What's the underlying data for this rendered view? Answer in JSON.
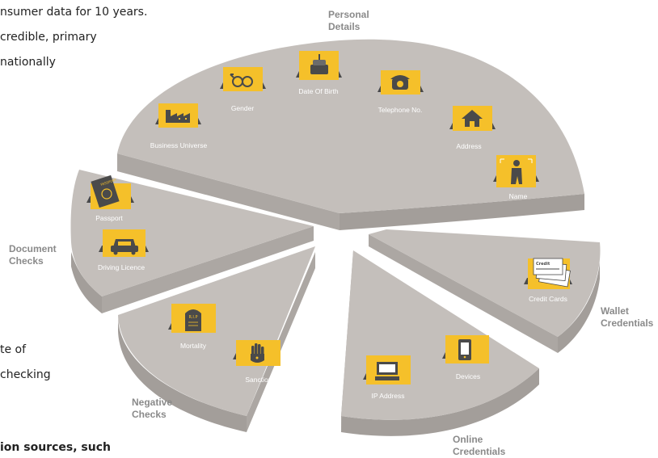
{
  "background_text": {
    "line1": "nsumer data for 10 years.",
    "line2": "credible, primary",
    "line3": "nationally",
    "line4": "te of",
    "line5": "checking",
    "line6": "ion sources, such"
  },
  "segments": {
    "personal": {
      "title_line1": "Personal",
      "title_line2": "Details"
    },
    "document": {
      "title_line1": "Document",
      "title_line2": "Checks"
    },
    "wallet": {
      "title_line1": "Wallet",
      "title_line2": "Credentials"
    },
    "negative": {
      "title_line1": "Negative",
      "title_line2": "Checks"
    },
    "online": {
      "title_line1": "Online",
      "title_line2": "Credentials"
    }
  },
  "items": {
    "business_universe": "Business Universe",
    "gender": "Gender",
    "date_of_birth": "Date Of Birth",
    "telephone": "Telephone No.",
    "address": "Address",
    "name": "Name",
    "passport": "Passport",
    "driving_licence": "Driving Licence",
    "credit_cards": "Credit Cards",
    "mortality": "Mortality",
    "sanctions": "Sanctions",
    "ip_address": "IP Address",
    "devices": "Devices"
  },
  "icon_text": {
    "passport_word": "PASSPORT",
    "rip": "R.I.P",
    "credit": "Credit"
  },
  "colors": {
    "slice_top": "#c4bfbb",
    "slice_side": "#a39e9a",
    "card": "#f5c02a",
    "card_tab": "#4a4a4a",
    "label_gray": "#8a8a8a"
  }
}
